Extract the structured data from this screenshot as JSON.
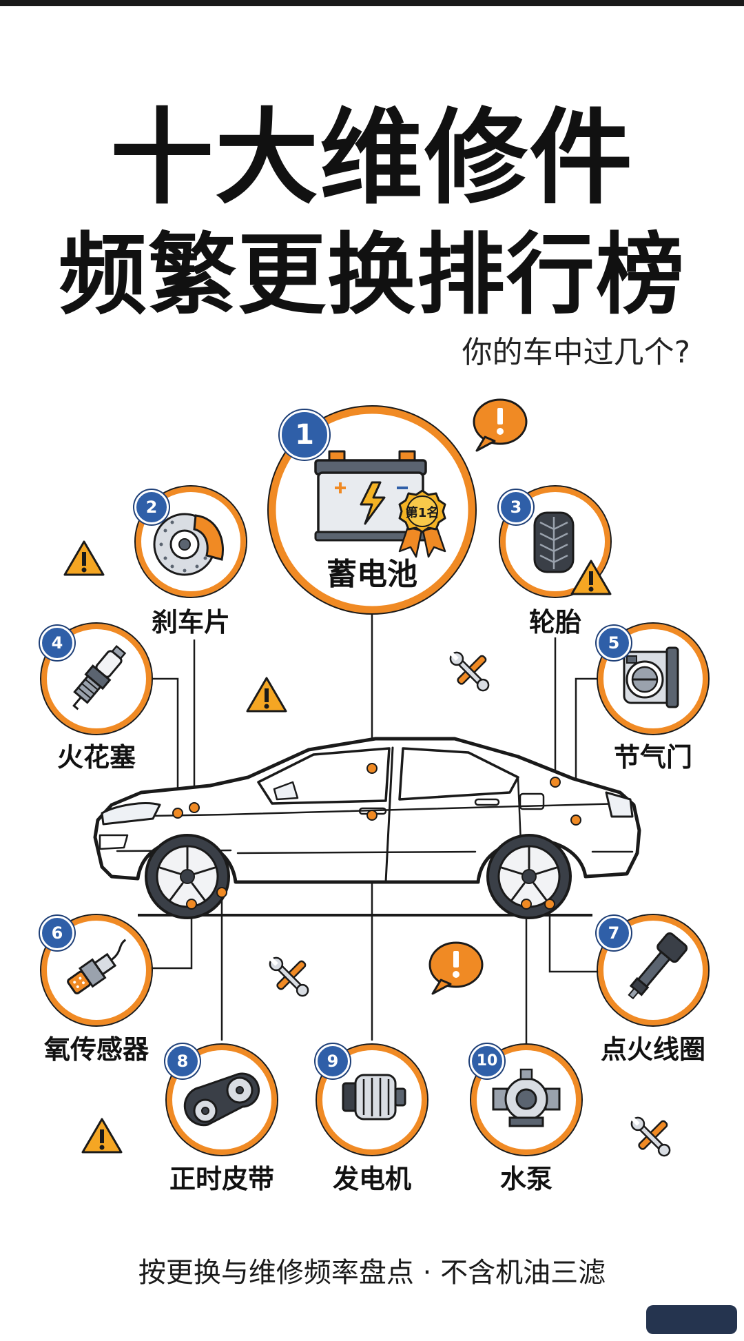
{
  "title_line1": "十大维修件",
  "title_line2": "频繁更换排行榜",
  "subtitle": "你的车中过几个?",
  "rank1_medal_text": "第1名",
  "footer": "按更换与维修频率盘点 · 不含机油三滤",
  "colors": {
    "accent": "#f08a24",
    "badge": "#2f5fa8",
    "ink": "#1a1a1a",
    "warning": "#f5a623"
  },
  "parts": [
    {
      "rank": "1",
      "name": "蓄电池",
      "icon": "car-battery-icon"
    },
    {
      "rank": "2",
      "name": "刹车片",
      "icon": "brake-disc-icon"
    },
    {
      "rank": "3",
      "name": "轮胎",
      "icon": "tire-icon"
    },
    {
      "rank": "4",
      "name": "火花塞",
      "icon": "spark-plug-icon"
    },
    {
      "rank": "5",
      "name": "节气门",
      "icon": "throttle-body-icon"
    },
    {
      "rank": "6",
      "name": "氧传感器",
      "icon": "oxygen-sensor-icon"
    },
    {
      "rank": "7",
      "name": "点火线圈",
      "icon": "ignition-coil-icon"
    },
    {
      "rank": "8",
      "name": "正时皮带",
      "icon": "timing-belt-icon"
    },
    {
      "rank": "9",
      "name": "发电机",
      "icon": "alternator-icon"
    },
    {
      "rank": "10",
      "name": "水泵",
      "icon": "water-pump-icon"
    }
  ]
}
